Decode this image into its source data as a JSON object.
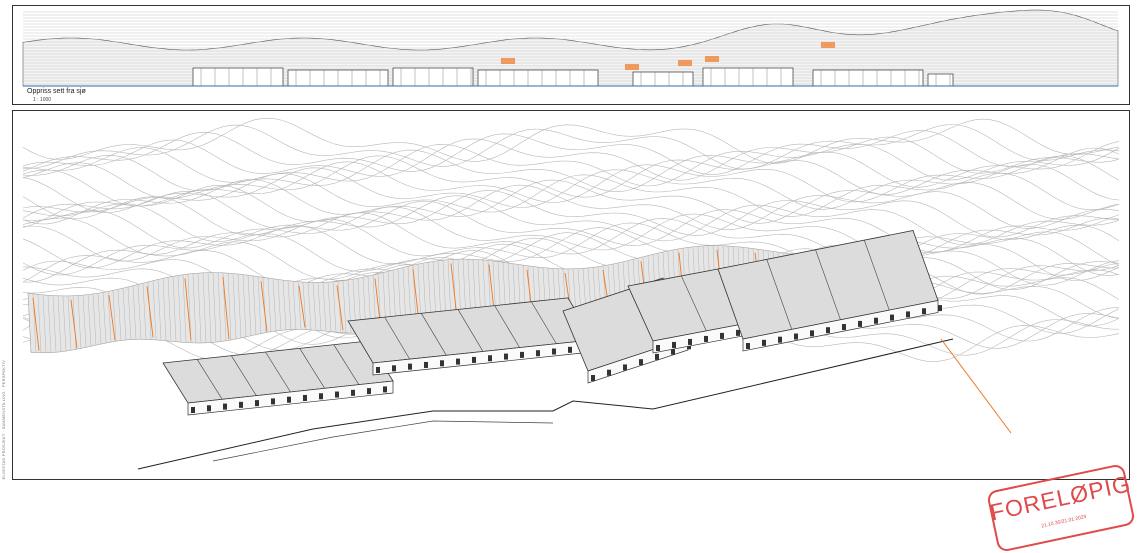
{
  "elevation": {
    "caption": "Oppriss sett fra sjø",
    "scale": "1 : 1000"
  },
  "stamp": {
    "word": "FORELØPIG",
    "date": "21.10.30/21.01.2029"
  },
  "side_text": "ELVESTAD PROSJEKT · SAMMENSTILLING · PERSPEKTIV",
  "colors": {
    "line": "#555555",
    "contour": "#b8b8b8",
    "accent": "#f07820",
    "roof": "#dcdcdc",
    "stamp": "#e04a4a"
  }
}
